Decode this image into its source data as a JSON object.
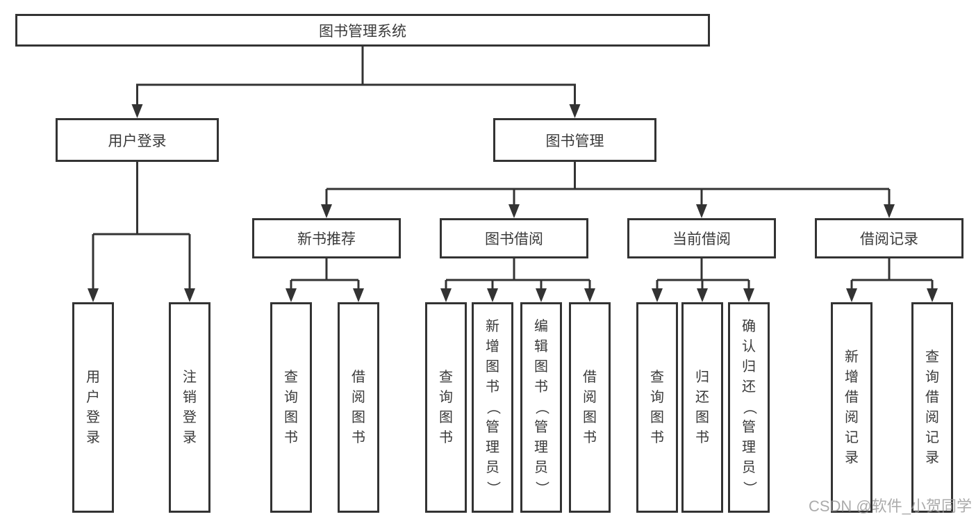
{
  "diagram": {
    "root": {
      "id": "library-management-system",
      "label": "图书管理系统"
    },
    "level2": [
      {
        "id": "user-login-module",
        "label": "用户登录",
        "parent": "library-management-system"
      },
      {
        "id": "book-management-module",
        "label": "图书管理",
        "parent": "library-management-system"
      }
    ],
    "level3": [
      {
        "id": "new-book-recommend",
        "label": "新书推荐",
        "parent": "book-management-module"
      },
      {
        "id": "book-borrow",
        "label": "图书借阅",
        "parent": "book-management-module"
      },
      {
        "id": "current-borrow",
        "label": "当前借阅",
        "parent": "book-management-module"
      },
      {
        "id": "borrow-records",
        "label": "借阅记录",
        "parent": "book-management-module"
      }
    ],
    "leaves": [
      {
        "id": "user-login",
        "label": "用户登录",
        "parent": "user-login-module"
      },
      {
        "id": "logout",
        "label": "注销登录",
        "parent": "user-login-module"
      },
      {
        "id": "query-books-recommend",
        "label": "查询图书",
        "parent": "new-book-recommend"
      },
      {
        "id": "borrow-books-recommend",
        "label": "借阅图书",
        "parent": "new-book-recommend"
      },
      {
        "id": "query-books-borrow",
        "label": "查询图书",
        "parent": "book-borrow"
      },
      {
        "id": "add-books-admin",
        "label": "新增图书（管理员）",
        "parent": "book-borrow"
      },
      {
        "id": "edit-books-admin",
        "label": "编辑图书（管理员）",
        "parent": "book-borrow"
      },
      {
        "id": "borrow-books-borrow",
        "label": "借阅图书",
        "parent": "book-borrow"
      },
      {
        "id": "query-books-current",
        "label": "查询图书",
        "parent": "current-borrow"
      },
      {
        "id": "return-books",
        "label": "归还图书",
        "parent": "current-borrow"
      },
      {
        "id": "confirm-return-admin",
        "label": "确认归还（管理员）",
        "parent": "current-borrow"
      },
      {
        "id": "add-borrow-record",
        "label": "新增借阅记录",
        "parent": "borrow-records"
      },
      {
        "id": "query-borrow-record",
        "label": "查询借阅记录",
        "parent": "borrow-records"
      }
    ],
    "colors": {
      "line": "#333333",
      "text": "#3a3a3a",
      "background": "#ffffff",
      "watermark": "#969696"
    }
  },
  "watermark": {
    "text": "CSDN @软件_小贺同学"
  }
}
